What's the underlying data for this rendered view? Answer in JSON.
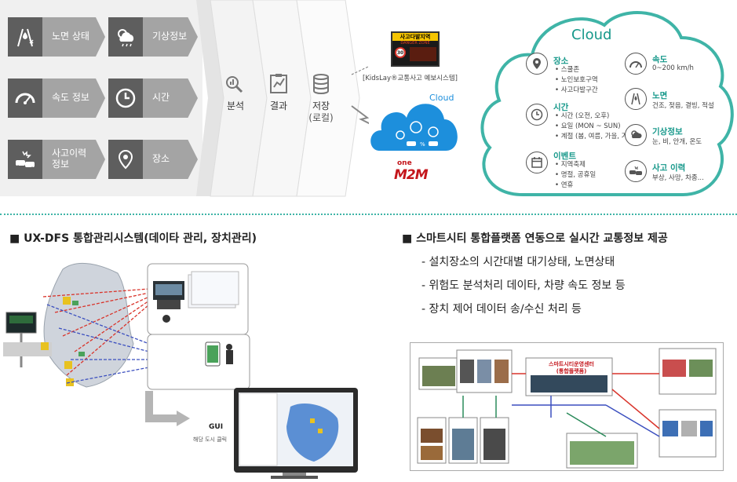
{
  "inputs": [
    {
      "label": "노면 상태",
      "icon": "road-condition-icon"
    },
    {
      "label": "기상정보",
      "icon": "weather-icon"
    },
    {
      "label": "속도 정보",
      "icon": "speedometer-icon"
    },
    {
      "label": "시간",
      "icon": "clock-icon"
    },
    {
      "label": "사고이력\n정보",
      "icon": "accident-icon"
    },
    {
      "label": "장소",
      "icon": "location-pin-icon"
    }
  ],
  "flow": {
    "analysis": "분석",
    "result": "결과",
    "storage": "저장",
    "storage_sub": "(로컬)"
  },
  "sign": {
    "top_text": "사고다발지역",
    "sub_text": "DANGER ZONE",
    "speed": "30"
  },
  "kidslay_label": "[KidsLay®교통사고 예보시스템]",
  "small_cloud_label": "Cloud",
  "onem2m_logo": {
    "top": "one",
    "bottom": "M2M"
  },
  "cloud": {
    "title": "Cloud",
    "location": {
      "title": "장소",
      "items": [
        "스쿨존",
        "노인보호구역",
        "사고다발구간"
      ]
    },
    "time": {
      "title": "시간",
      "items": [
        "시간 (오전, 오후)",
        "요일 (MON ~ SUN)",
        "계절 (봄, 여름, 가을, 겨울)"
      ]
    },
    "event": {
      "title": "이벤트",
      "items": [
        "지역축제",
        "명절, 공휴일",
        "연휴"
      ]
    },
    "speed": {
      "title": "속도",
      "text": "0~200 km/h"
    },
    "road": {
      "title": "노면",
      "text": "건조, 젖음, 결빙, 적설"
    },
    "weather": {
      "title": "기상정보",
      "text": "눈, 비, 안개, 온도"
    },
    "accident": {
      "title": "사고 이력",
      "text": "부상, 사망, 차종..."
    }
  },
  "section1": {
    "heading": "■ UX-DFS 통합관리시스템(데이타 관리, 장치관리)"
  },
  "section2": {
    "heading": "■ 스마트시티 통합플랫폼 연동으로 실시간 교통정보 제공",
    "bullets": [
      "- 설치장소의 시간대별 대기상태, 노면상태",
      "- 위험도 분석처리 데이타, 차량 속도 정보 등",
      "- 장치 제어 데이터 송/수신 처리 등"
    ]
  },
  "gui": {
    "label": "GUI",
    "sub": "해당 도시 클릭"
  },
  "smartcity": {
    "center_title": "스마트시티운영센터",
    "center_sub": "(통합플랫폼)"
  },
  "colors": {
    "teal": "#16988a",
    "dark_gray": "#5e5e5e",
    "light_gray": "#a4a4a4",
    "red_dash": "#d9342b",
    "blue_dash": "#3b4fbf"
  }
}
